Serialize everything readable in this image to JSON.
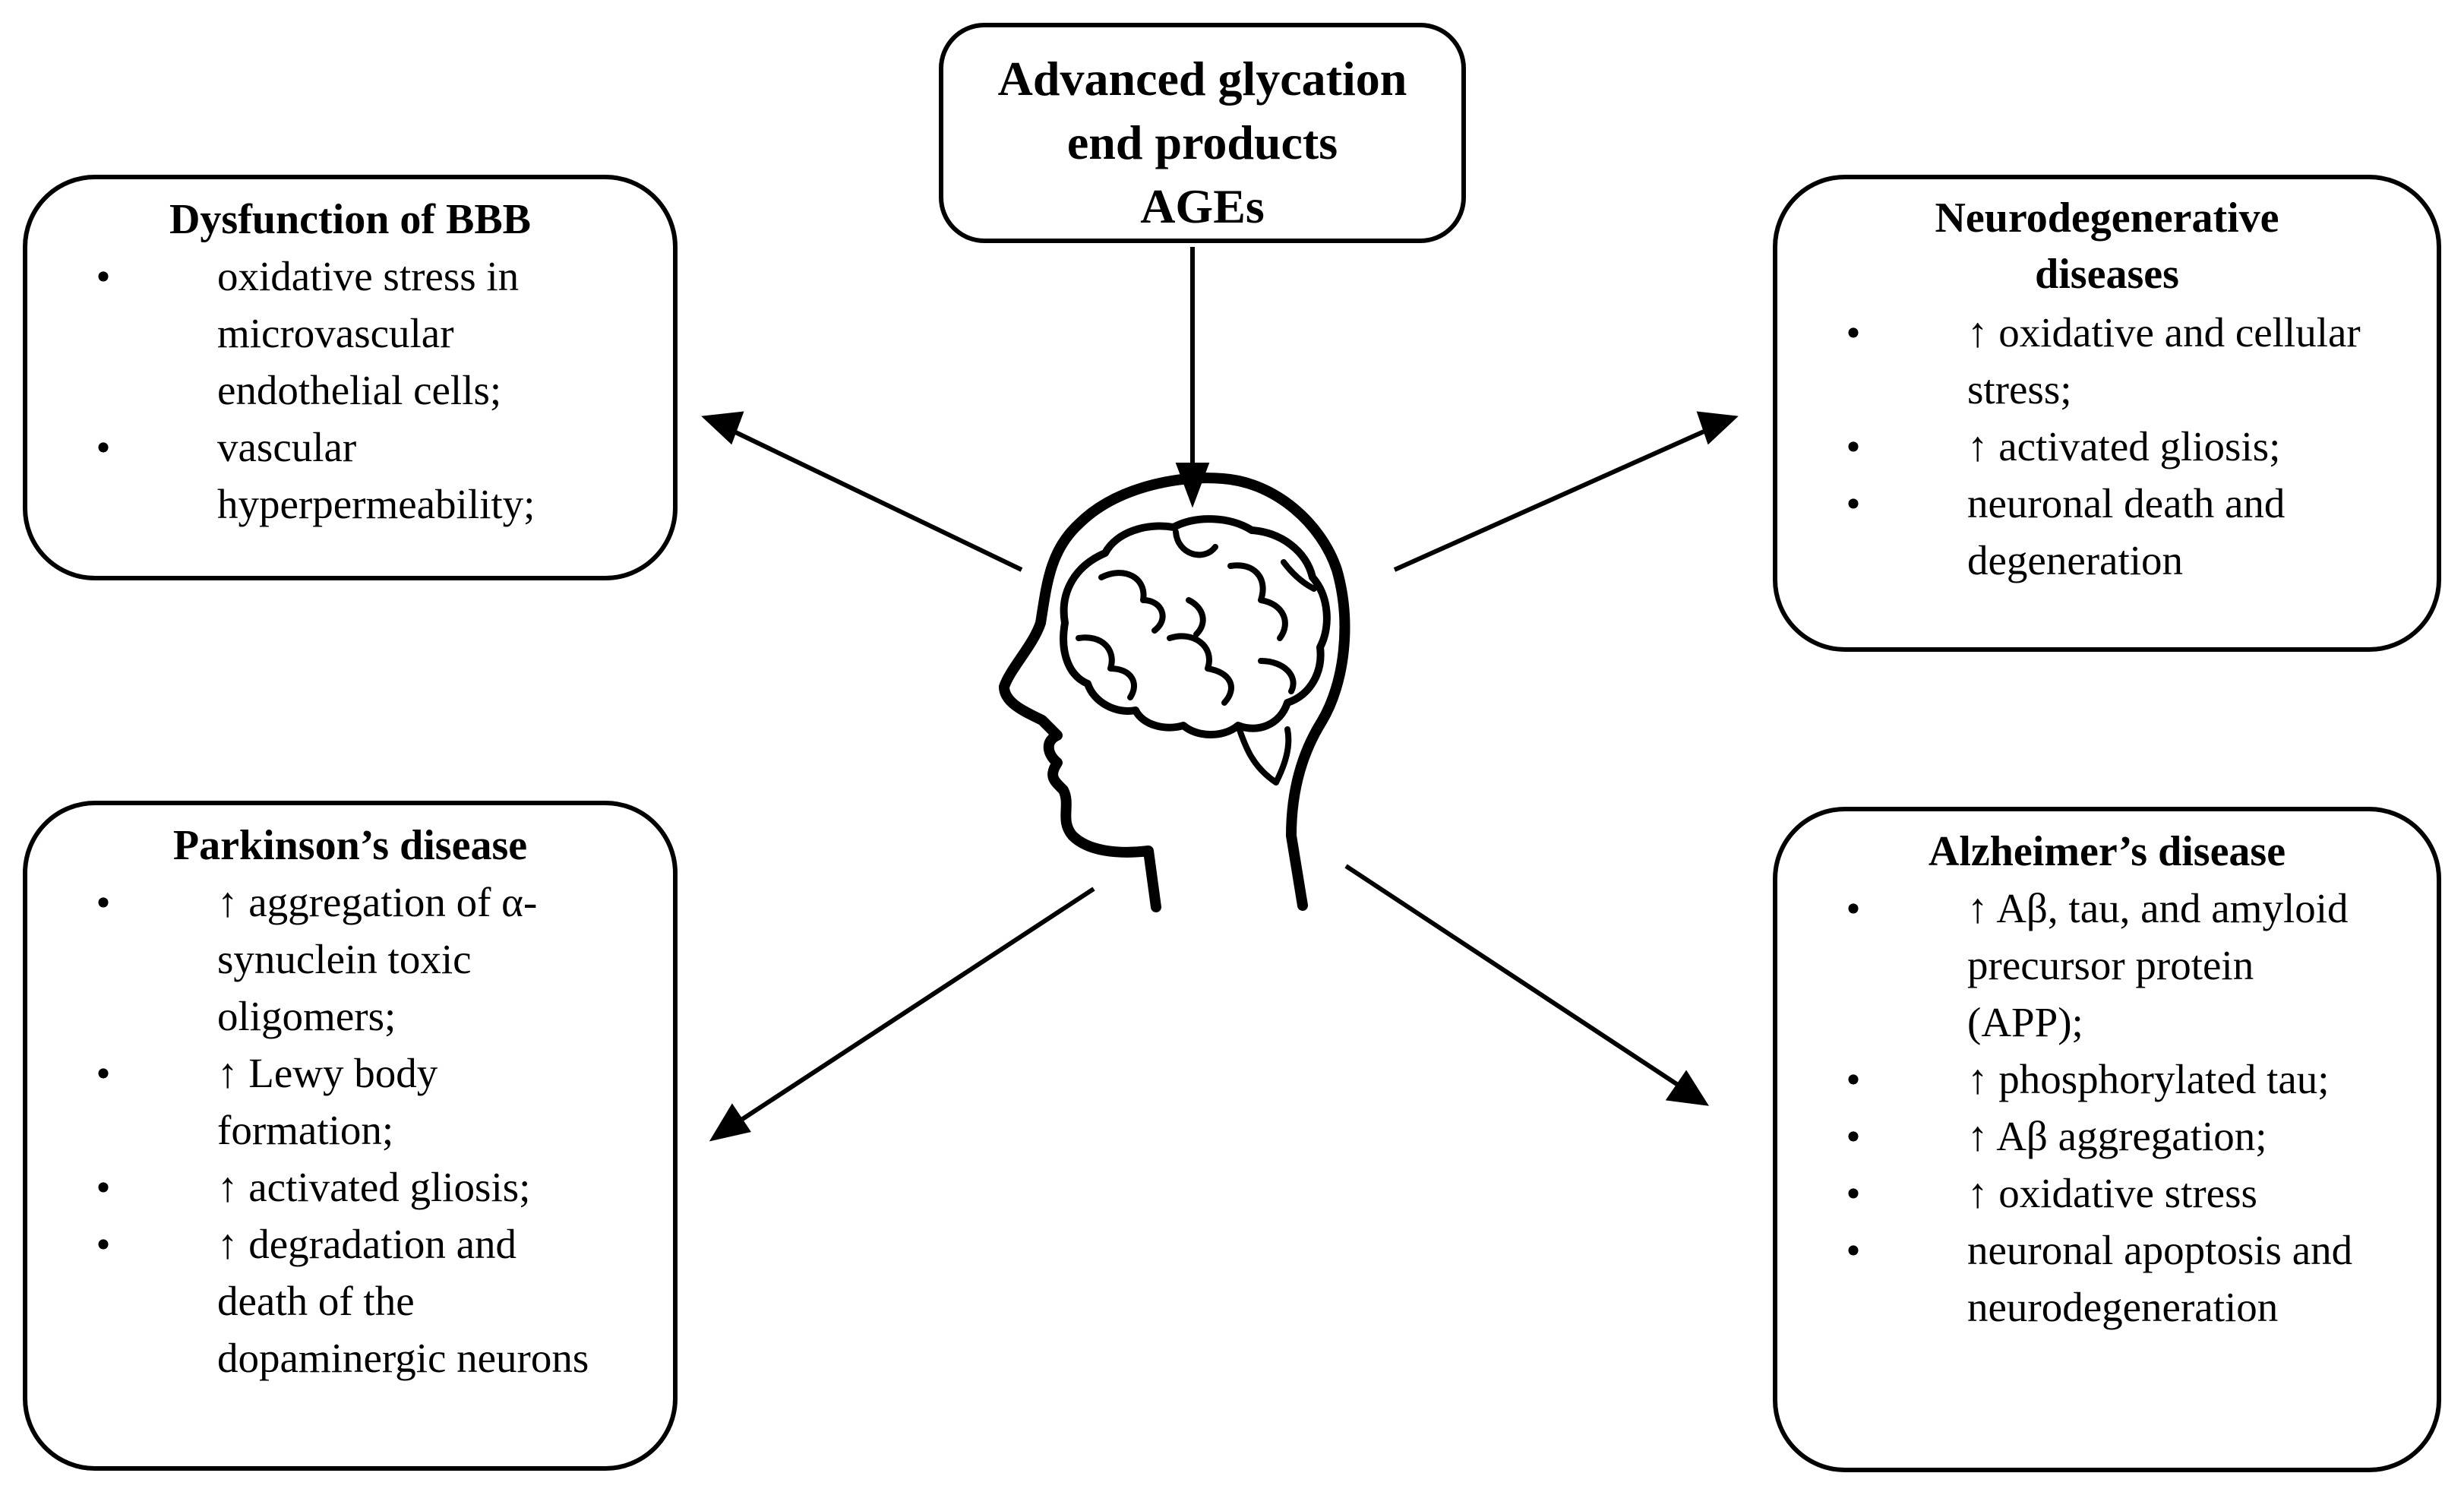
{
  "top_box": {
    "title": "Advanced glycation\nend products\nAGEs"
  },
  "center_icon": "human-head-brain-icon",
  "boxes": {
    "bbb": {
      "title": "Dysfunction of BBB",
      "items": [
        "oxidative stress in\nmicrovascular\nendothelial  cells;",
        "vascular\nhyperpermeability;"
      ]
    },
    "neuro": {
      "title": "Neurodegenerative\ndiseases",
      "items": [
        "↑ oxidative and cellular\nstress;",
        "↑ activated gliosis;",
        "neuronal death and\ndegeneration"
      ]
    },
    "parkinson": {
      "title": "Parkinson’s disease",
      "items": [
        "↑ aggregation  of α-\nsynuclein toxic\noligomers;",
        "↑ Lewy body\nformation;",
        "↑ activated gliosis;",
        "↑ degradation and\ndeath of the\ndopaminergic neurons"
      ]
    },
    "alzheimer": {
      "title": "Alzheimer’s disease",
      "items": [
        "↑ Aβ, tau, and amyloid\nprecursor protein\n(APP);",
        "↑ phosphorylated tau;",
        "↑ Aβ aggregation;",
        "↑ oxidative  stress",
        "neuronal apoptosis and\nneurodegeneration"
      ]
    }
  },
  "bullet_symbol": "•"
}
